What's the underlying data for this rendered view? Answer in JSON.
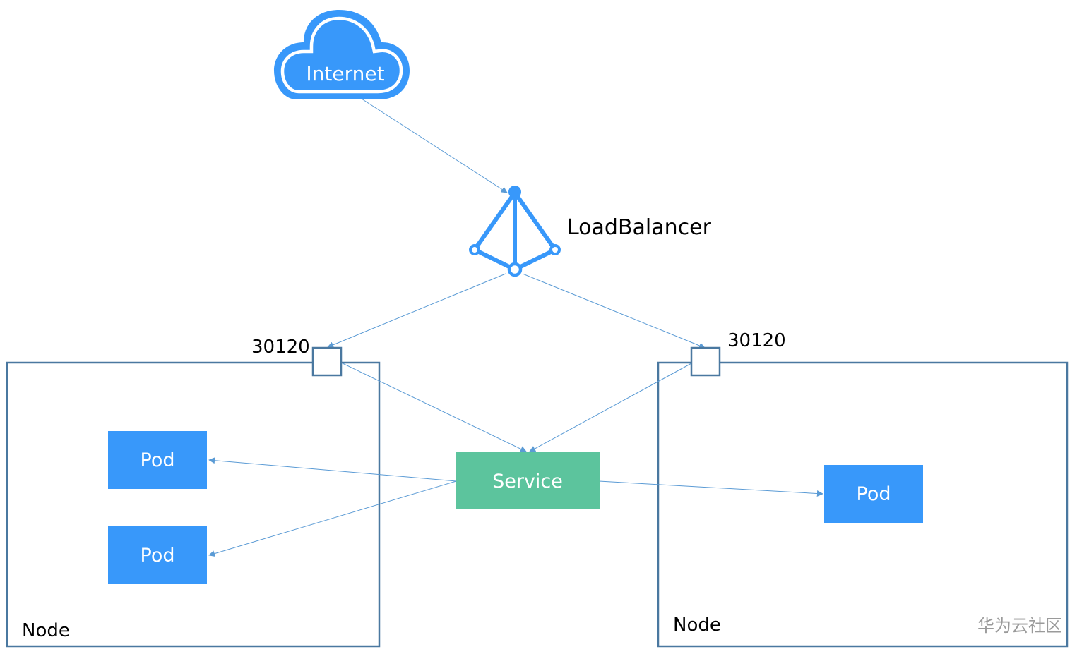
{
  "internet": {
    "label": "Internet"
  },
  "load_balancer": {
    "label": "LoadBalancer"
  },
  "service": {
    "label": "Service"
  },
  "nodes": [
    {
      "label": "Node",
      "port": "30120",
      "pods": [
        "Pod",
        "Pod"
      ]
    },
    {
      "label": "Node",
      "port": "30120",
      "pods": [
        "Pod"
      ]
    }
  ],
  "watermark": "华为云社区",
  "colors": {
    "cloud": "#3898fa",
    "pod": "#3898fa",
    "service": "#5cc49d",
    "node_border": "#4a78a0",
    "edge": "#5b9bd5",
    "text": "#000000",
    "watermark": "#9a9a9a"
  }
}
